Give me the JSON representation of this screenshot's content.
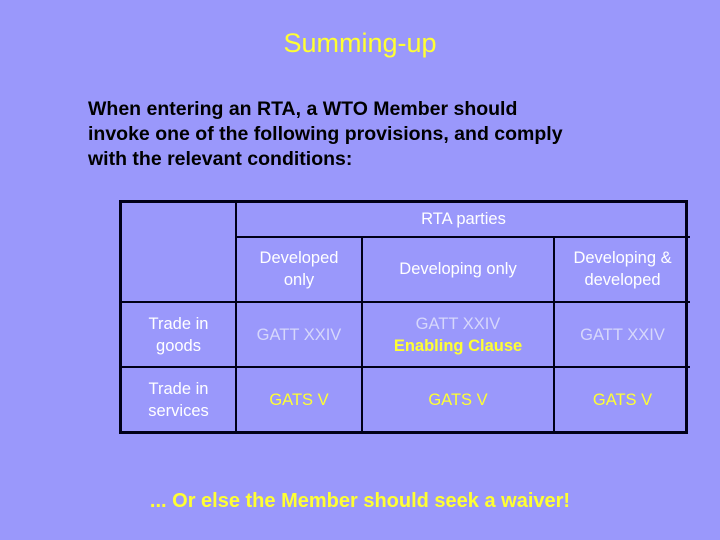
{
  "slide": {
    "title": "Summing-up",
    "background_color": "#9a98fb",
    "title_color": "#ffff33",
    "body_text_color": "#000000",
    "accent_yellow": "#ffff33",
    "value_pale_color": "#d6d7fb",
    "table_border_color": "#000018"
  },
  "intro": {
    "line1": "When entering an RTA, a WTO Member should",
    "line2": "invoke one of the following provisions, and comply",
    "line3": "with the relevant conditions:"
  },
  "table": {
    "corner_label": "",
    "group_header": "RTA parties",
    "column_headers": [
      "Developed only",
      "Developing only",
      "Developing & developed"
    ],
    "column_headers_lines": [
      [
        "Developed",
        "only"
      ],
      [
        "Developing only"
      ],
      [
        "Developing &",
        "developed"
      ]
    ],
    "rows": [
      {
        "header_lines": [
          "Trade in",
          "goods"
        ],
        "header": "Trade in goods",
        "cells": [
          {
            "lines": [
              "GATT XXIV"
            ]
          },
          {
            "lines": [
              "GATT XXIV",
              "Enabling Clause"
            ]
          },
          {
            "lines": [
              "GATT XXIV"
            ]
          }
        ]
      },
      {
        "header_lines": [
          "Trade in",
          "services"
        ],
        "header": "Trade in services",
        "cells": [
          {
            "lines": [
              "GATS V"
            ]
          },
          {
            "lines": [
              "GATS V"
            ]
          },
          {
            "lines": [
              "GATS V"
            ]
          }
        ]
      }
    ]
  },
  "footer": {
    "text": "... Or else the Member should seek a waiver!"
  }
}
